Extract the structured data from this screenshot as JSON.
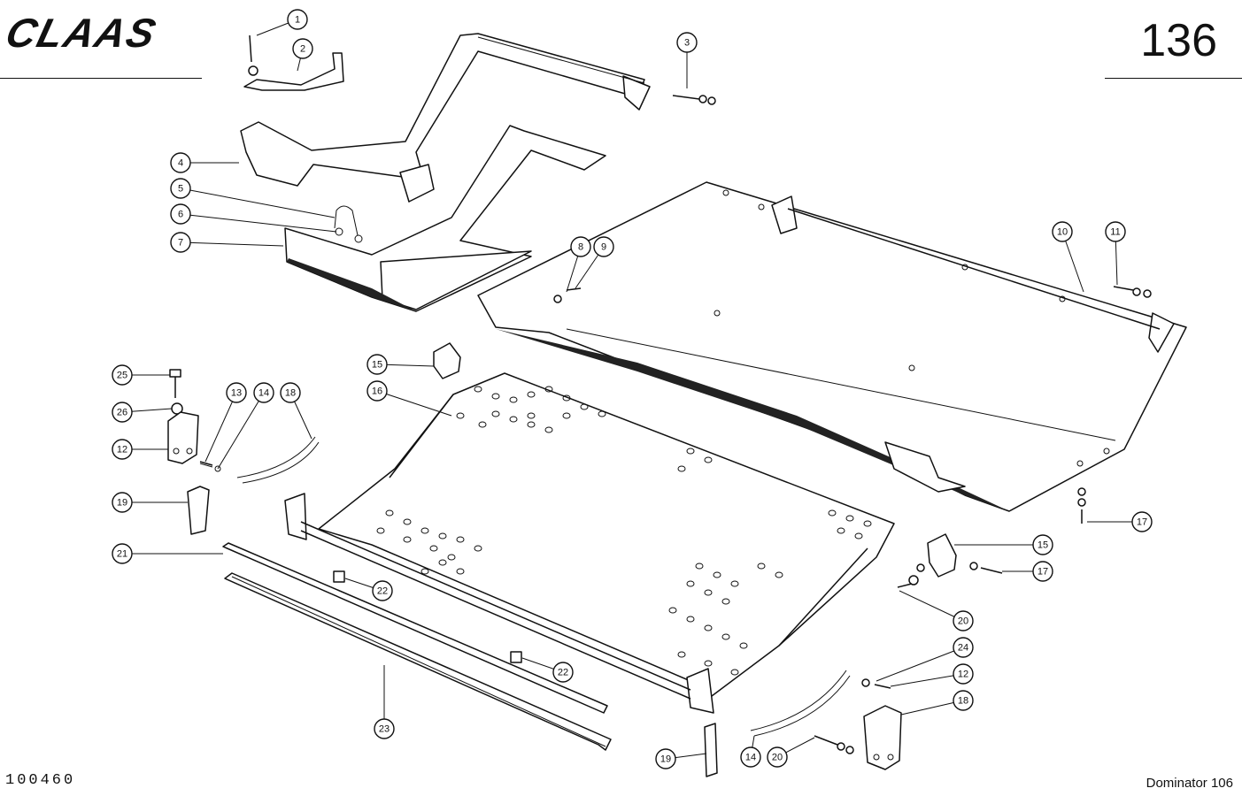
{
  "header": {
    "brand": "CLAAS",
    "page_number": "136"
  },
  "footer": {
    "drawing_number": "100460",
    "model": "Dominator 106"
  },
  "callouts": [
    {
      "label": "1"
    },
    {
      "label": "2"
    },
    {
      "label": "3"
    },
    {
      "label": "4"
    },
    {
      "label": "5"
    },
    {
      "label": "6"
    },
    {
      "label": "7"
    },
    {
      "label": "8"
    },
    {
      "label": "9"
    },
    {
      "label": "10"
    },
    {
      "label": "11"
    },
    {
      "label": "15"
    },
    {
      "label": "16"
    },
    {
      "label": "25"
    },
    {
      "label": "26"
    },
    {
      "label": "12"
    },
    {
      "label": "13"
    },
    {
      "label": "14"
    },
    {
      "label": "18"
    },
    {
      "label": "19"
    },
    {
      "label": "21"
    },
    {
      "label": "22"
    },
    {
      "label": "22"
    },
    {
      "label": "23"
    },
    {
      "label": "17"
    },
    {
      "label": "15"
    },
    {
      "label": "17"
    },
    {
      "label": "20"
    },
    {
      "label": "24"
    },
    {
      "label": "12"
    },
    {
      "label": "18"
    },
    {
      "label": "14"
    },
    {
      "label": "20"
    },
    {
      "label": "19"
    }
  ]
}
